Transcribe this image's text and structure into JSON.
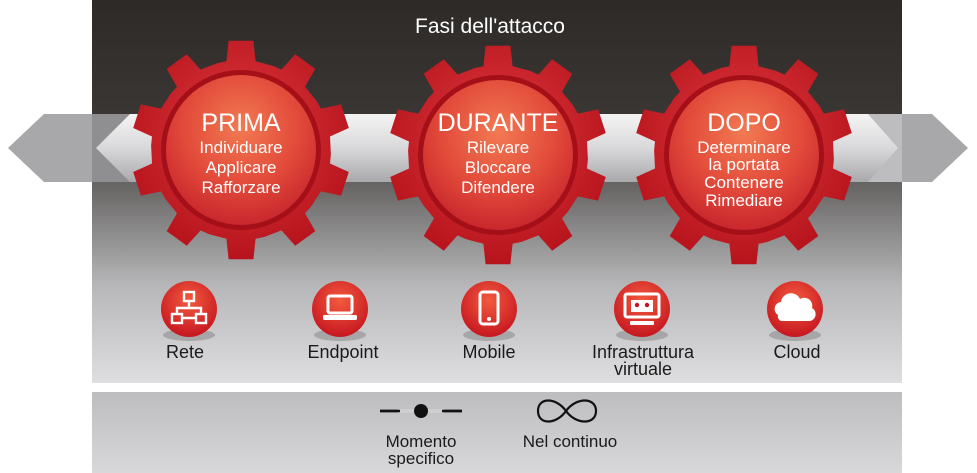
{
  "header": {
    "title": "Fasi dell'attacco"
  },
  "phases": [
    {
      "id": "prima",
      "title": "PRIMA",
      "actions": [
        "Individuare",
        "Applicare",
        "Rafforzare"
      ]
    },
    {
      "id": "durante",
      "title": "DURANTE",
      "actions": [
        "Rilevare",
        "Bloccare",
        "Difendere"
      ]
    },
    {
      "id": "dopo",
      "title": "DOPO",
      "actions": [
        "Determinare",
        "la portata",
        "Contenere",
        "Rimediare"
      ]
    }
  ],
  "categories": [
    {
      "icon": "network-icon",
      "label": "Rete"
    },
    {
      "icon": "laptop-icon",
      "label": "Endpoint"
    },
    {
      "icon": "mobile-icon",
      "label": "Mobile"
    },
    {
      "icon": "virtual-desktop-icon",
      "label_lines": [
        "Infrastruttura",
        "virtuale"
      ]
    },
    {
      "icon": "cloud-icon",
      "label": "Cloud"
    }
  ],
  "legend": {
    "point_in_time": {
      "icon": "dot-line-icon",
      "label_lines": [
        "Momento",
        "specifico"
      ]
    },
    "continuous": {
      "icon": "infinity-icon",
      "label": "Nel continuo"
    }
  },
  "colors": {
    "accent_red": "#d71e28",
    "gear_red": "#c8102e",
    "dark_band": "#2b2826",
    "band_light": "#c7c7c9",
    "legend_bg": "#cfcfd1"
  }
}
